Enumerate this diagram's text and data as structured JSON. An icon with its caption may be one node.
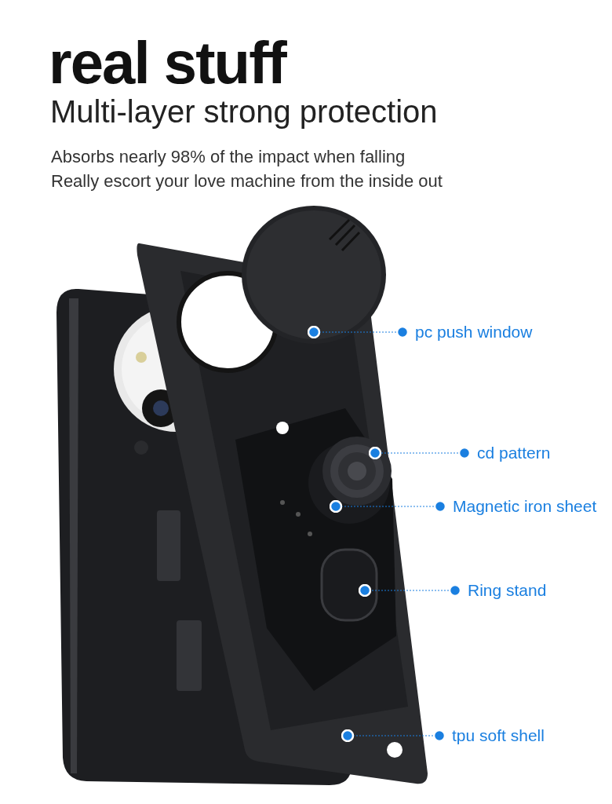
{
  "diagram": {
    "title": "real stuff",
    "nodes": [
      {
        "text": [
          "pc push window"
        ]
      },
      {
        "text": [],
        "shape": "circle"
      },
      {
        "text": [
          "cd pattern"
        ]
      },
      {
        "text": [],
        "shape": "circle"
      },
      {
        "text": [
          "Magnetic iron sheet"
        ]
      },
      {
        "text": [],
        "shape": "circle"
      },
      {
        "text": [
          "Ring stand"
        ]
      },
      {
        "text": [],
        "shape": "circle"
      },
      {
        "text": [
          "tpu soft shell"
        ]
      },
      {
        "text": [],
        "shape": "circle"
      }
    ],
    "edges": [
      {
        "from": 0,
        "to": 1,
        "arrow": "none"
      },
      {
        "from": 2,
        "to": 3,
        "arrow": "none"
      },
      {
        "from": 4,
        "to": 5,
        "arrow": "none"
      },
      {
        "from": 6,
        "to": 7,
        "arrow": "none"
      },
      {
        "from": 8,
        "to": 9,
        "arrow": "none"
      }
    ],
    "labels": [
      "Multi-layer strong protection",
      "Absorbs nearly 98% of the impact when falling",
      "Really escort your love machine from the inside out"
    ]
  }
}
